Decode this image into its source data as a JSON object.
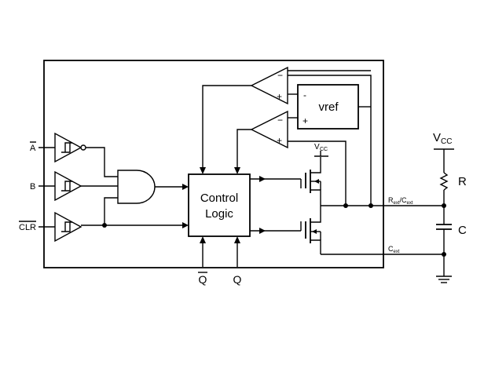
{
  "labels": {
    "a_bar": "A",
    "b": "B",
    "clr_bar": "CLR",
    "control_line1": "Control",
    "control_line2": "Logic",
    "vref": "vref",
    "q_bar": "Q",
    "q": "Q",
    "vcc_inner_main": "V",
    "vcc_inner_sub": "CC",
    "vcc_outer_main": "V",
    "vcc_outer_sub": "CC",
    "rext_r": "R",
    "rext_ext1": "ext",
    "rext_slash": "/C",
    "rext_ext2": "ext",
    "cext_c": "C",
    "cext_ext": "ext",
    "resistor": "R",
    "capacitor": "C",
    "comp_top_minus": "−",
    "comp_top_plus": "+",
    "comp_bot_minus": "−",
    "comp_bot_plus": "+",
    "vref_minus": "-",
    "vref_plus": "+"
  }
}
